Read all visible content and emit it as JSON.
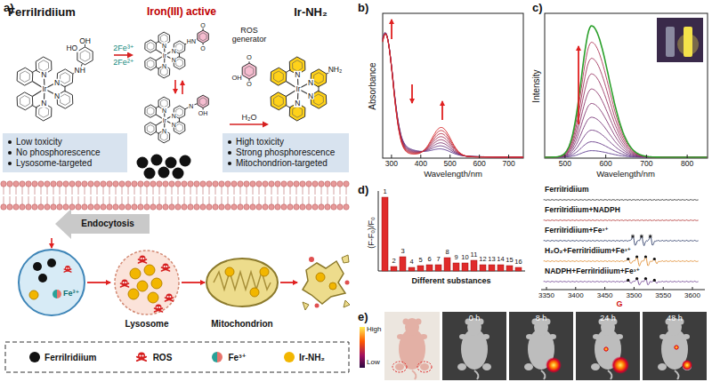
{
  "diagram": {
    "nodes": [
      {
        "text": [
          "FerriIridiium"
        ]
      },
      {
        "text": [
          "Iron(III) active"
        ]
      },
      {
        "text": [
          "Ir-NH₂"
        ]
      },
      {
        "text": [
          "Low toxicity",
          "No phosphorescence",
          "Lysosome-targeted"
        ]
      },
      {
        "text": [
          "High toxicity",
          "Strong phosphorescence",
          "Mitochondrion-targeted"
        ]
      }
    ],
    "edges": [
      {
        "from": 0,
        "to": 1,
        "arrow": "to",
        "label": "2Fe³⁺"
      },
      {
        "from": 1,
        "to": 2,
        "arrow": "to",
        "label": "H₂O"
      }
    ],
    "labels": [
      "a)",
      "2Fe²⁺",
      "ROS generator",
      "Endocytosis",
      "Fe³⁺",
      "Lysosome",
      "Mitochondrion",
      "b)",
      "Absorbance",
      "Wavelength/nm",
      "300",
      "400",
      "500",
      "600",
      "700",
      "c)",
      "Intensity",
      "Wavelength/nm",
      "500",
      "600",
      "700",
      "800",
      "d)",
      "(F-F₀)/F₀",
      "Different substances",
      "1",
      "2",
      "3",
      "4",
      "5",
      "6",
      "7",
      "8",
      "9",
      "10",
      "11",
      "12",
      "13",
      "14",
      "15",
      "16",
      "FerriIridiium",
      "FerriIridiium+NADPH",
      "FerriIridiium+Fe³⁺",
      "H₂O₂+FerriIridiium+Fe³⁺",
      "NADPH+FerriIridiium+Fe³⁺",
      "3350",
      "3400",
      "3450",
      "3500",
      "3550",
      "3600",
      "G",
      "e)",
      "High",
      "Low",
      "0 h",
      "8 h",
      "24 h",
      "48 h",
      "Ir",
      "N",
      "N",
      "N",
      "N",
      "NH",
      "HO",
      "OH",
      "Ir",
      "N",
      "N",
      "N",
      "N",
      "HN",
      "O",
      "O",
      "Ir",
      "N",
      "N",
      "N",
      "N",
      "N",
      "OH",
      "O",
      "O",
      "OH",
      "Ir",
      "N",
      "N",
      "N",
      "N",
      "NH₂"
    ],
    "legend": [
      {
        "text": "FerriIridiium",
        "color": "#111111"
      },
      {
        "text": "ROS"
      },
      {
        "text": "Fe³⁺"
      },
      {
        "text": "Ir-NH₂",
        "color": "#f2b600"
      }
    ]
  }
}
